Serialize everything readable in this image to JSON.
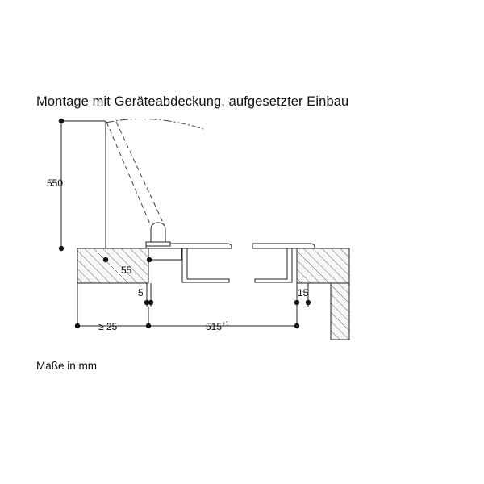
{
  "title": "Montage mit Geräteabdeckung, aufgesetzter Einbau",
  "units_note": "Maße in mm",
  "dimensions": {
    "lid_height": "550",
    "edge_inset": "55",
    "gap_left": "5",
    "gap_right": "15",
    "min_distance": "≥ 25",
    "cutout_width": "515",
    "cutout_tolerance": "±1"
  },
  "colors": {
    "line": "#222222",
    "hatch_fill": "#f7f7f7",
    "dash": "#444444"
  }
}
